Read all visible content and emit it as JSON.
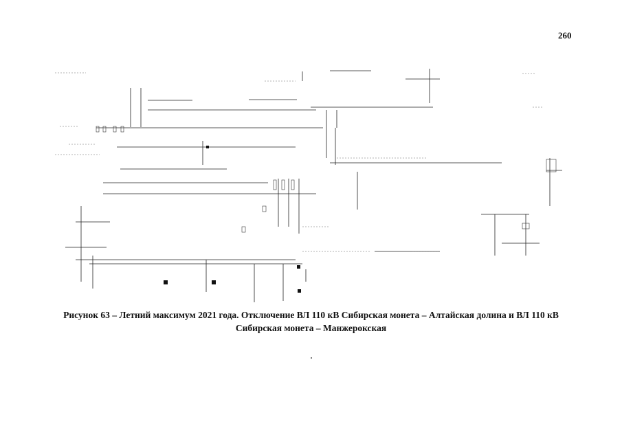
{
  "page": {
    "number": "260"
  },
  "figure": {
    "caption_line1": "Рисунок 63 – Летний максимум 2021 года. Отключение ВЛ 110 кВ  Сибирская монета – Алтайская долина и ВЛ 110 кВ",
    "caption_line2": "Сибирская монета – Манжерокская"
  },
  "colors": {
    "ink": "#111111",
    "faint_ink": "#555555",
    "paper": "#ffffff"
  }
}
